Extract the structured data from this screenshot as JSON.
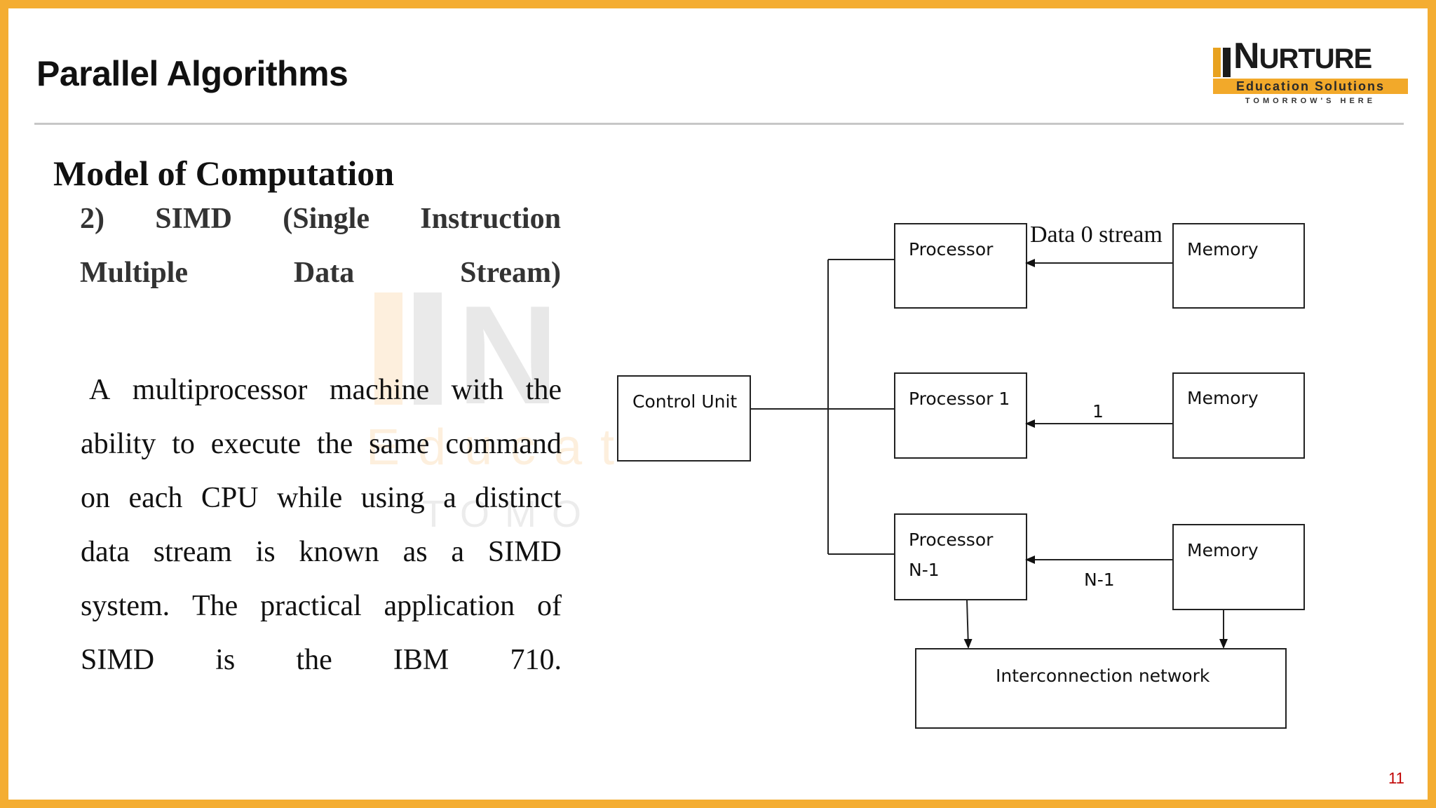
{
  "slide": {
    "header_title": "Parallel Algorithms",
    "page_number": "11",
    "border_color": "#f4ad32"
  },
  "logo": {
    "brand": "iiNURTURE",
    "band_text": "Education Solutions",
    "tagline": "TOMORROW'S HERE"
  },
  "content": {
    "section_title": "Model of Computation",
    "subheading_lines": [
      [
        "2)",
        "SIMD",
        "(Single",
        "Instruction"
      ],
      [
        "Multiple",
        "Data",
        "Stream)"
      ]
    ],
    "body_lines": [
      [
        "A",
        "multiprocessor",
        "machine",
        "with",
        "the"
      ],
      [
        "ability",
        "to",
        "execute",
        "the",
        "same",
        "command"
      ],
      [
        "on",
        "each",
        "CPU",
        "while",
        "using",
        "a",
        "distinct"
      ],
      [
        "data",
        "stream",
        "is",
        "known",
        "as",
        "a",
        "SIMD"
      ],
      [
        "system.",
        "The",
        "practical",
        "application",
        "of"
      ],
      [
        "SIMD",
        "is",
        "the",
        "IBM",
        "710."
      ]
    ]
  },
  "diagram": {
    "control_unit": "Control Unit",
    "processors": [
      {
        "line1": "Processor",
        "line2": ""
      },
      {
        "line1": "Processor 1",
        "line2": ""
      },
      {
        "line1": "Processor",
        "line2": "N-1"
      }
    ],
    "memories": [
      "Memory",
      "Memory",
      "Memory"
    ],
    "stream_labels": [
      "Data 0 stream",
      "1",
      "N-1"
    ],
    "interconnect": "Interconnection network"
  }
}
